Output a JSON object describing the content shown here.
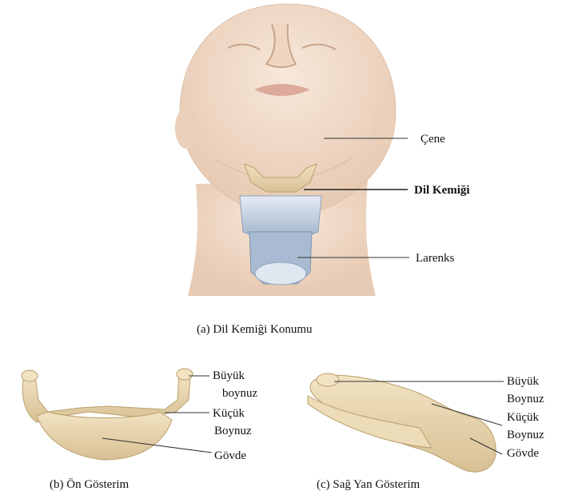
{
  "head_labels": {
    "chin": "Çene",
    "hyoid": "Dil Kemiği",
    "larynx": "Larenks"
  },
  "captions": {
    "a": "(a) Dil Kemiği Konumu",
    "b": "(b) Ön  Gösterim",
    "c": "(c) Sağ Yan Gösterim"
  },
  "front_labels": {
    "greater_horn_1": "Büyük",
    "greater_horn_2": "boynuz",
    "lesser_horn_1": "Küçük",
    "lesser_horn_2": "Boynuz",
    "body": "Gövde"
  },
  "side_labels": {
    "greater_horn_1": "Büyük",
    "greater_horn_2": "Boynuz",
    "lesser_horn_1": "Küçük",
    "lesser_horn_2": "Boynuz",
    "body": "Gövde"
  },
  "colors": {
    "skin": "#f3dfcf",
    "skin_shadow": "#e2c3ab",
    "bone": "#e9d6ad",
    "bone_shadow": "#cdb483",
    "cartilage": "#c6d2e2",
    "cartilage_dark": "#8ea2bd"
  }
}
